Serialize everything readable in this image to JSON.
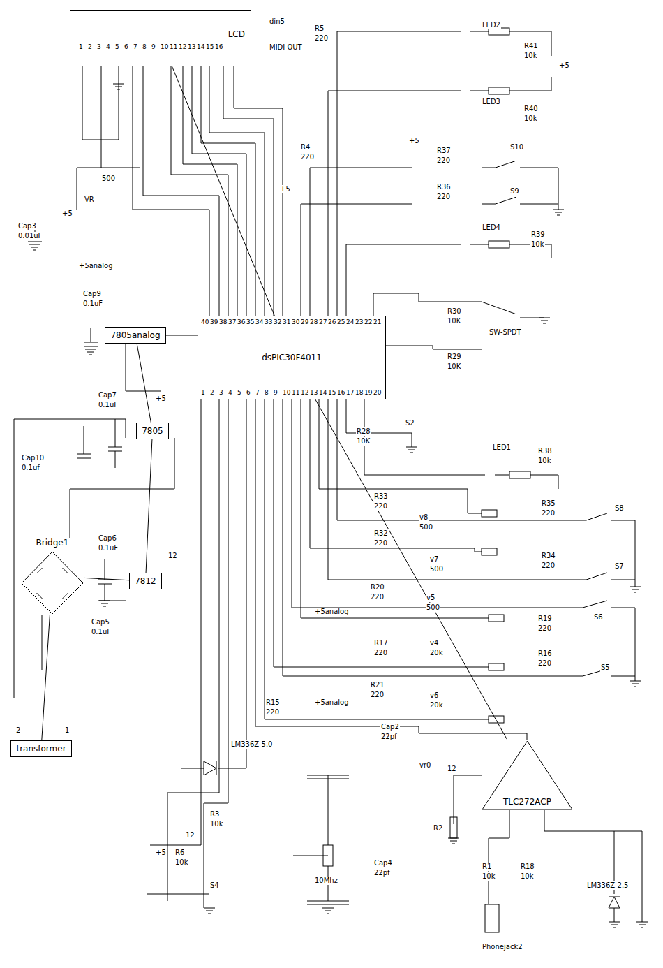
{
  "diagram": {
    "nodes": [
      {
        "text": [
          "LCD"
        ]
      },
      {
        "text": [
          "dsPIC30F4011"
        ]
      },
      {
        "text": [
          "7805analog"
        ]
      },
      {
        "text": [
          "7805"
        ]
      },
      {
        "text": [
          "7812"
        ]
      },
      {
        "text": [
          "TLC272ACP"
        ]
      },
      {
        "text": [
          "transformer"
        ]
      },
      {
        "text": [
          "Bridge1"
        ]
      }
    ],
    "edges": [
      {
        "from": 6,
        "to": 7,
        "arrow": "none"
      },
      {
        "from": 7,
        "to": 4,
        "arrow": "none"
      },
      {
        "from": 4,
        "to": 3,
        "arrow": "none"
      },
      {
        "from": 3,
        "to": 2,
        "arrow": "none"
      },
      {
        "from": 1,
        "to": 0,
        "arrow": "none"
      },
      {
        "from": 5,
        "to": 1,
        "arrow": "none"
      }
    ],
    "labels": [
      "Cap3",
      "0.01uF",
      "Cap9",
      "0.1uF",
      "+5analog",
      "+5",
      "Cap7",
      "0.1uF",
      "+5",
      "Cap10",
      "0.1uf",
      "Cap6",
      "0.1uF",
      "12",
      "Cap5",
      "0.1uF",
      "2",
      "1",
      "VR",
      "500",
      "din5",
      "MIDI OUT",
      "R5",
      "220",
      "R4",
      "220",
      "+5",
      "LED2",
      "LED3",
      "R41",
      "10k",
      "R40",
      "10k",
      "+5",
      "+5",
      "R37",
      "220",
      "S10",
      "R36",
      "220",
      "S9",
      "LED4",
      "R39",
      "10k",
      "R30",
      "10K",
      "SW-SPDT",
      "R29",
      "10K",
      "S2",
      "R28",
      "10K",
      "LED1",
      "R38",
      "10k",
      "R33",
      "220",
      "v8",
      "500",
      "R35",
      "220",
      "S8",
      "R32",
      "220",
      "v7",
      "500",
      "R34",
      "220",
      "S7",
      "R20",
      "220",
      "+5analog",
      "v5",
      "500",
      "R19",
      "220",
      "S6",
      "R17",
      "220",
      "v4",
      "20k",
      "R16",
      "220",
      "S5",
      "R21",
      "220",
      "+5analog",
      "v6",
      "20k",
      "R15",
      "220",
      "LM336Z-5.0",
      "R3",
      "10k",
      "12",
      "R6",
      "10k",
      "+5",
      "S4",
      "Cap2",
      "22pf",
      "Cap4",
      "22pf",
      "10Mhz",
      "vr0",
      "12",
      "R2",
      "R1",
      "10k",
      "R18",
      "10k",
      "LM336Z-2.5",
      "Phonejack2",
      "1",
      "2",
      "3",
      "4",
      "5",
      "6",
      "7",
      "8",
      "9",
      "10",
      "11",
      "12",
      "13",
      "14",
      "15",
      "16",
      "1",
      "2",
      "3",
      "4",
      "5",
      "6",
      "7",
      "8",
      "9",
      "10",
      "11",
      "12",
      "13",
      "14",
      "15",
      "16",
      "17",
      "18",
      "19",
      "20",
      "21",
      "22",
      "23",
      "24",
      "25",
      "26",
      "27",
      "28",
      "29",
      "30",
      "31",
      "32",
      "33",
      "34",
      "35",
      "36",
      "37",
      "38",
      "39",
      "40"
    ]
  }
}
